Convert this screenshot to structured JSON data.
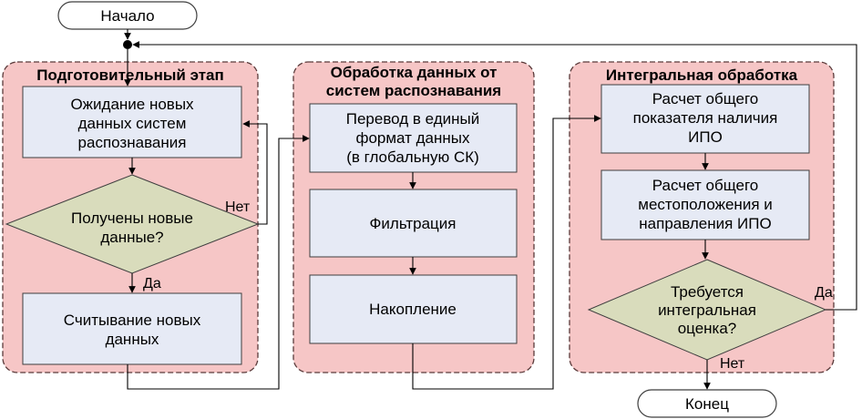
{
  "terminals": {
    "start": "Начало",
    "end": "Конец"
  },
  "lanes": [
    {
      "title": [
        "Подготовительный этап"
      ]
    },
    {
      "title": [
        "Обработка данных от",
        "систем распознавания"
      ]
    },
    {
      "title": [
        "Интегральная обработка"
      ]
    }
  ],
  "blocks": {
    "wait": [
      "Ожидание новых",
      "данных систем",
      "распознавания"
    ],
    "check": [
      "Получены новые",
      "данные?"
    ],
    "read": [
      "Считывание новых",
      "данных"
    ],
    "convert": [
      "Перевод в единый",
      "формат данных",
      "(в глобальную СК)"
    ],
    "filter": [
      "Фильтрация"
    ],
    "accumulate": [
      "Накопление"
    ],
    "indicator": [
      "Расчет общего",
      "показателя наличия",
      "ИПО"
    ],
    "location": [
      "Расчет общего",
      "местоположения и",
      "направления ИПО"
    ],
    "need_eval": [
      "Требуется",
      "интегральная",
      "оценка?"
    ]
  },
  "edge_labels": {
    "no_new_data": "Нет",
    "yes_new_data": "Да",
    "yes_eval": "Да",
    "no_eval": "Нет"
  }
}
